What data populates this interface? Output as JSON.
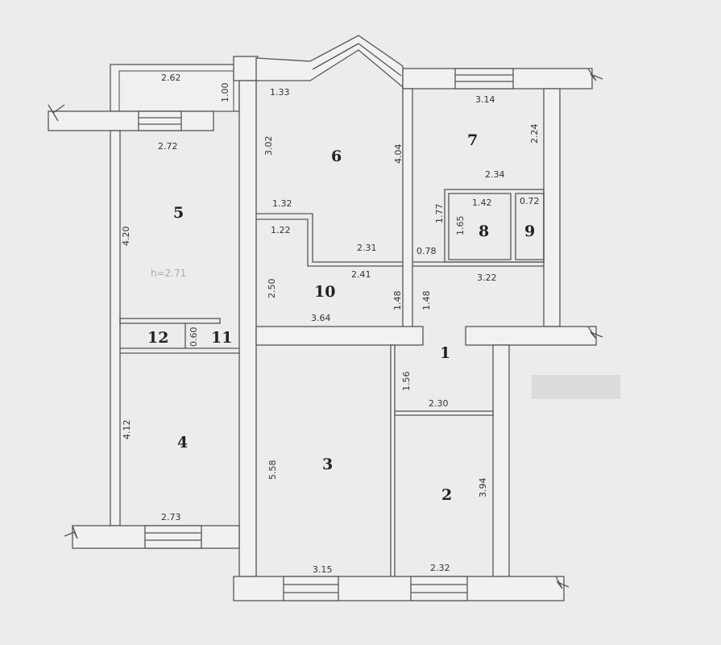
{
  "rooms": {
    "r1": "1",
    "r2": "2",
    "r3": "3",
    "r4": "4",
    "r5": "5",
    "r6": "6",
    "r7": "7",
    "r8": "8",
    "r9": "9",
    "r10": "10",
    "r11": "11",
    "r12": "12"
  },
  "ceiling_height": "h=2.71",
  "dimensions": {
    "balcony_width": "2.62",
    "balcony_depth": "1.00",
    "r5_width": "2.72",
    "r5_length": "4.20",
    "r6_top": "1.33",
    "r6_left": "3.02",
    "r6_right": "4.04",
    "r6_notch": "1.32",
    "r6_bottom": "2.31",
    "r10_notch": "1.22",
    "r10_top": "2.41",
    "r10_left": "2.50",
    "r10_bottom": "3.64",
    "r10_right": "1.48",
    "r7_top": "3.14",
    "r7_right": "2.24",
    "r7_bottom": "2.34",
    "r7_side": "1.77",
    "r8_width": "1.42",
    "r8_height": "1.65",
    "r9_width": "0.72",
    "corr_door": "0.78",
    "corr_length": "3.22",
    "corr_height": "1.48",
    "hall_height": "1.56",
    "hall_width": "2.30",
    "r12_width": "0.60",
    "r4_length": "4.12",
    "r4_width": "2.73",
    "r3_length": "5.58",
    "r3_width": "3.15",
    "r2_length": "3.94",
    "r2_width": "2.32"
  }
}
